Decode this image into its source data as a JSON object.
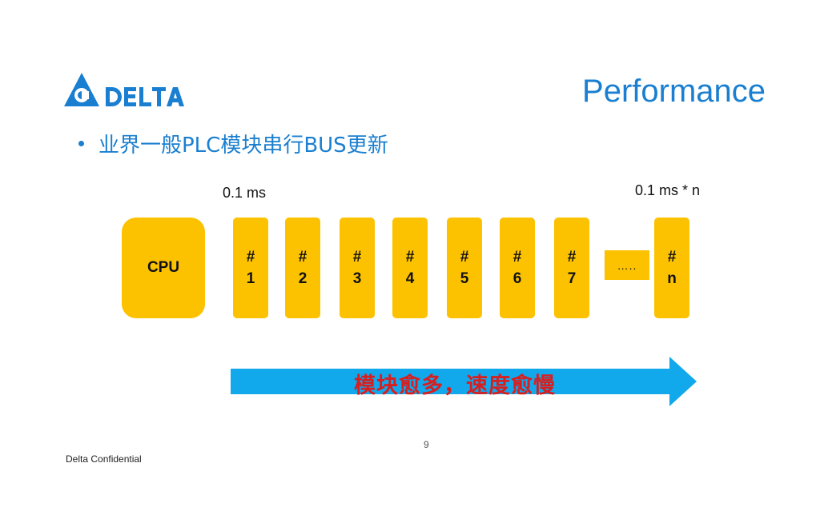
{
  "header": {
    "logo_text": "DELTA",
    "title": "Performance"
  },
  "bullet": {
    "text": "业界一般PLC模块串行BUS更新"
  },
  "diagram": {
    "timing_left": "0.1 ms",
    "timing_right": "0.1 ms * n",
    "cpu_label": "CPU",
    "modules": [
      {
        "hash": "#",
        "number": "1"
      },
      {
        "hash": "#",
        "number": "2"
      },
      {
        "hash": "#",
        "number": "3"
      },
      {
        "hash": "#",
        "number": "4"
      },
      {
        "hash": "#",
        "number": "5"
      },
      {
        "hash": "#",
        "number": "6"
      },
      {
        "hash": "#",
        "number": "7"
      }
    ],
    "ellipsis": "…..",
    "last_module": {
      "hash": "#",
      "number": "n"
    },
    "arrow_label": "模块愈多，速度愈慢"
  },
  "footer": {
    "page_number": "9",
    "confidential": "Delta Confidential"
  },
  "colors": {
    "brand_blue": "#1a7fd0",
    "module_yellow": "#fcc200",
    "arrow_cyan": "#12a8ec",
    "arrow_text_red": "#d81e1e"
  }
}
